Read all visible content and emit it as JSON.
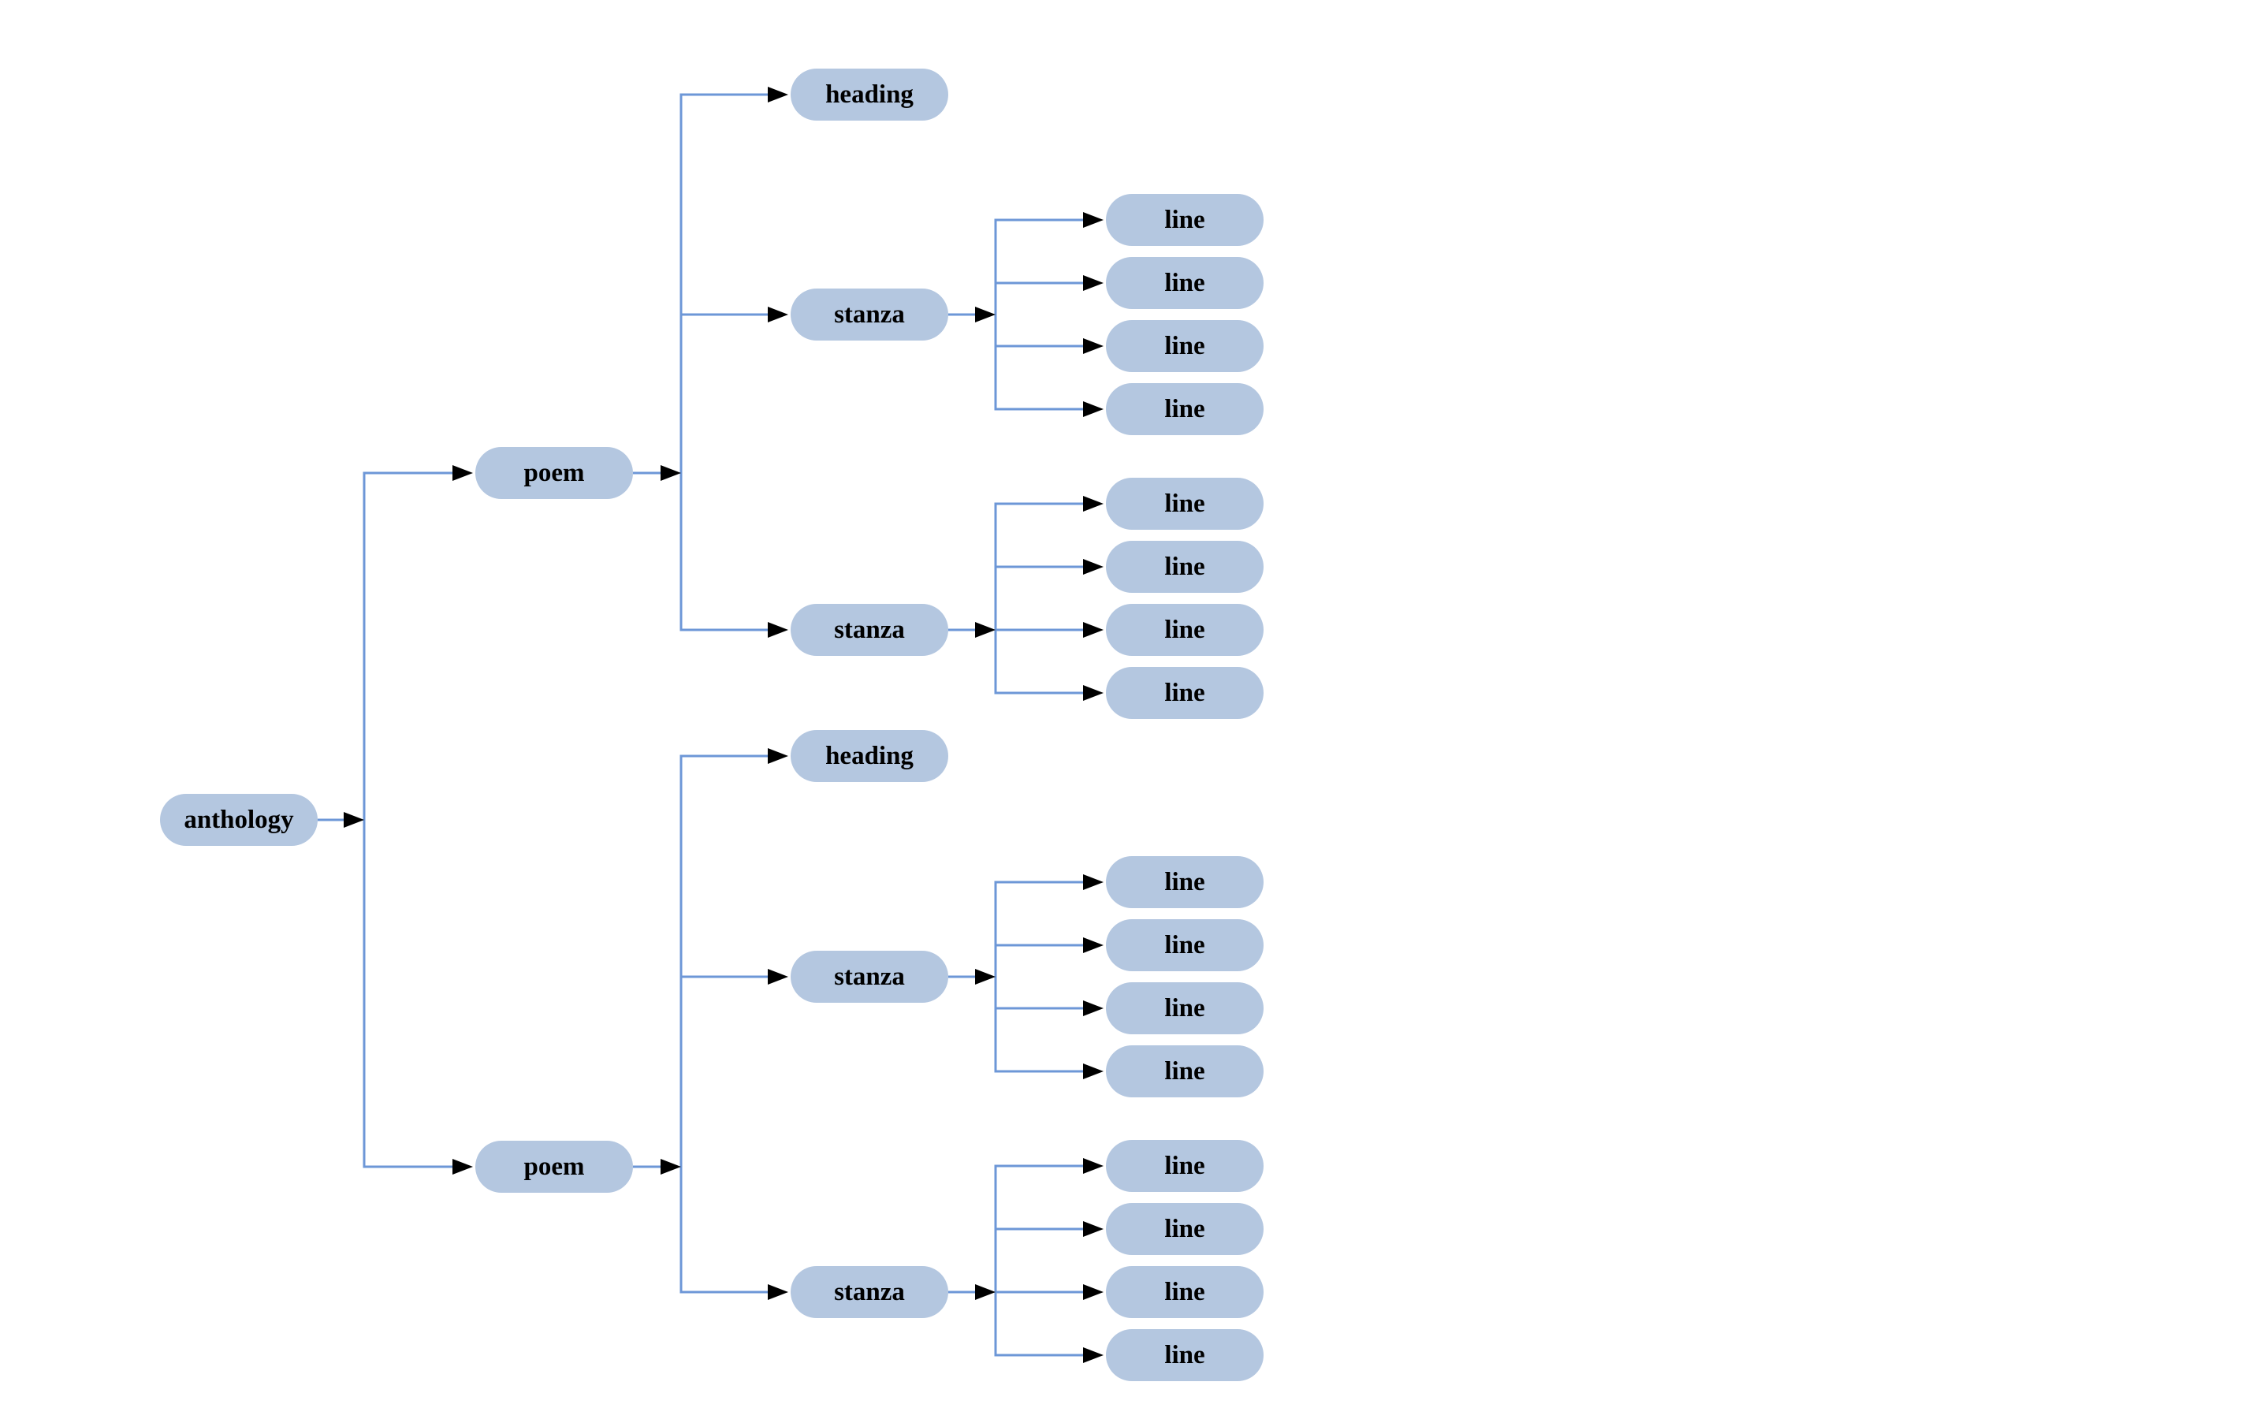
{
  "diagram": {
    "type": "tree",
    "colors": {
      "node_fill": "#B4C7E0",
      "edge_line": "#6D97D7",
      "arrowhead": "#000000",
      "text": "#000000",
      "background": "#FFFFFF"
    },
    "root": {
      "label": "anthology",
      "children": [
        {
          "label": "poem",
          "children": [
            {
              "label": "heading",
              "children": []
            },
            {
              "label": "stanza",
              "children": [
                {
                  "label": "line"
                },
                {
                  "label": "line"
                },
                {
                  "label": "line"
                },
                {
                  "label": "line"
                }
              ]
            },
            {
              "label": "stanza",
              "children": [
                {
                  "label": "line"
                },
                {
                  "label": "line"
                },
                {
                  "label": "line"
                },
                {
                  "label": "line"
                }
              ]
            }
          ]
        },
        {
          "label": "poem",
          "children": [
            {
              "label": "heading",
              "children": []
            },
            {
              "label": "stanza",
              "children": [
                {
                  "label": "line"
                },
                {
                  "label": "line"
                },
                {
                  "label": "line"
                },
                {
                  "label": "line"
                }
              ]
            },
            {
              "label": "stanza",
              "children": [
                {
                  "label": "line"
                },
                {
                  "label": "line"
                },
                {
                  "label": "line"
                },
                {
                  "label": "line"
                }
              ]
            }
          ]
        }
      ]
    }
  }
}
